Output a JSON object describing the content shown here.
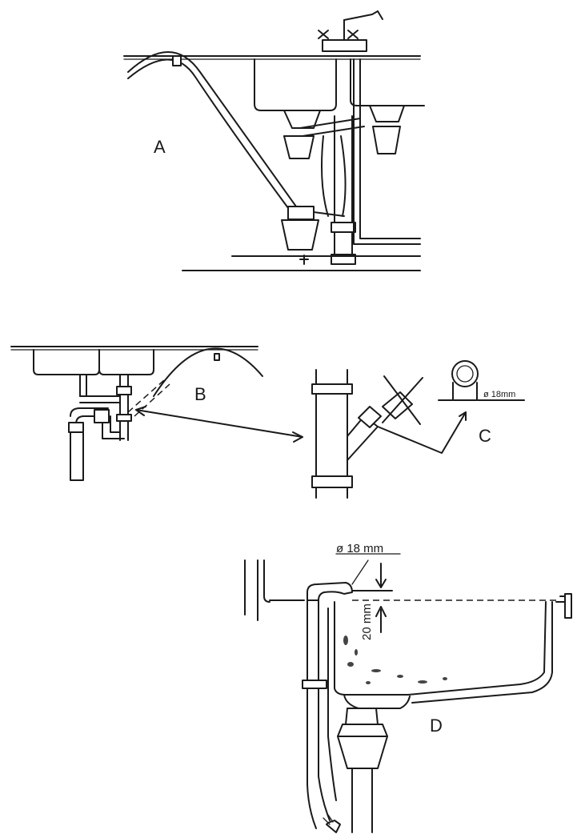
{
  "panels": {
    "a": {
      "label": "A"
    },
    "b": {
      "label": "B"
    },
    "c": {
      "label": "C",
      "dimension": "ø 18mm"
    },
    "d": {
      "label": "D",
      "diameter": "ø 18 mm",
      "height": "20 mm"
    }
  },
  "icons": {
    "faucet": "faucet-icon",
    "hand": "pointing-hand-icon"
  }
}
